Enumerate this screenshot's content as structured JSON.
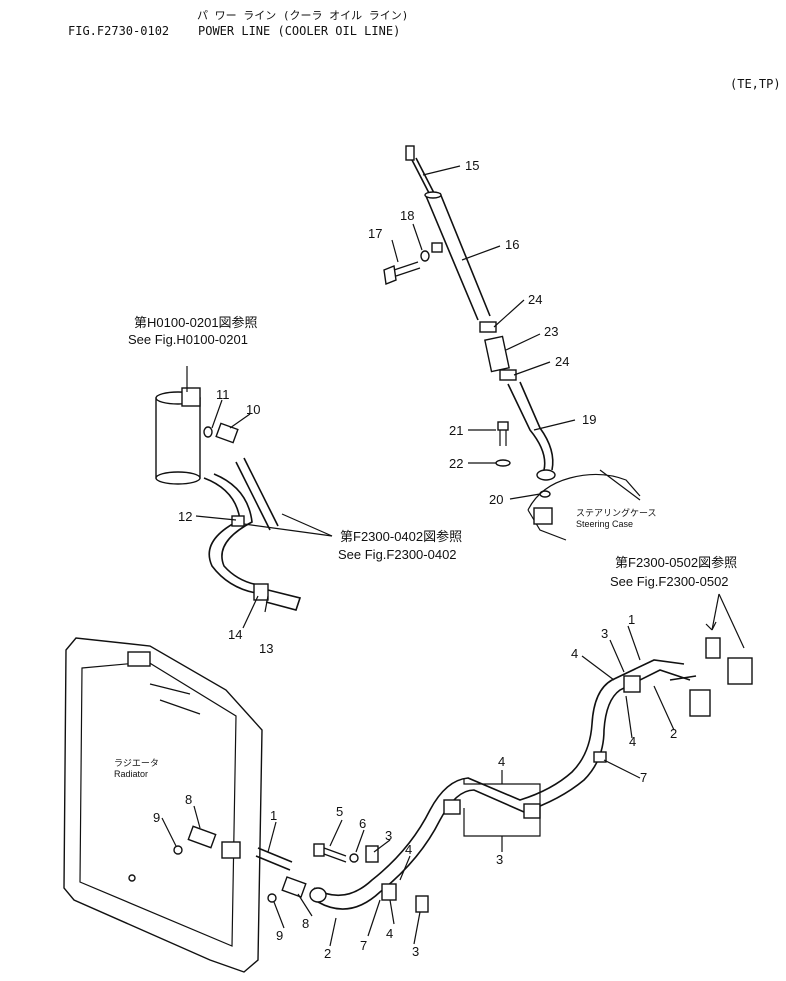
{
  "header": {
    "title_jp": "パ ワー ライン (クーラ オイル ライン)",
    "fig_id": "FIG.F2730-0102",
    "title_en": "POWER LINE (COOLER OIL LINE)",
    "variant": "(TE,TP)"
  },
  "references": {
    "h0100": {
      "jp": "第H0100-0201図参照",
      "en": "See Fig.H0100-0201"
    },
    "f2300_0402": {
      "jp": "第F2300-0402図参照",
      "en": "See Fig.F2300-0402"
    },
    "f2300_0502": {
      "jp": "第F2300-0502図参照",
      "en": "See Fig.F2300-0502"
    }
  },
  "components": {
    "steering_case": {
      "jp": "ステアリングケース",
      "en": "Steering Case"
    },
    "radiator": {
      "jp": "ラジエータ",
      "en": "Radiator"
    }
  },
  "part_numbers": [
    "15",
    "16",
    "17",
    "18",
    "24",
    "23",
    "24",
    "19",
    "21",
    "22",
    "20",
    "11",
    "10",
    "12",
    "14",
    "13",
    "1",
    "3",
    "4",
    "4",
    "2",
    "7",
    "4",
    "3",
    "5",
    "6",
    "3",
    "4",
    "4",
    "3",
    "7",
    "2",
    "8",
    "9",
    "8",
    "9",
    "1"
  ]
}
